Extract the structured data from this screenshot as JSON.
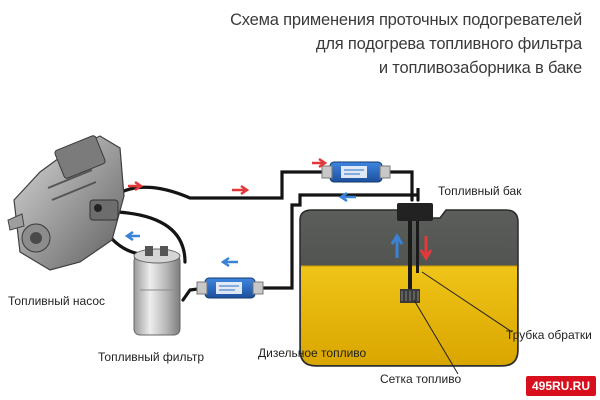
{
  "title": {
    "line1": "Схема применения проточных подогревателей",
    "line2": "для подогрева топливного фильтра",
    "line3": "и топливозаборника в баке"
  },
  "labels": {
    "fuel_pump": "Топливный насос",
    "fuel_filter": "Топливный фильтр",
    "diesel_fuel": "Дизельное топливо",
    "fuel_tank": "Топливный бак",
    "return_tube": "Трубка обратки",
    "intake_mesh": "Сетка топливо"
  },
  "watermark": {
    "text": "495RU.RU"
  },
  "colors": {
    "fuel": "#e8b800",
    "tank_body": "#4a4c4a",
    "heater_blue": "#2f6cc4",
    "arrow_red": "#e23a3a",
    "arrow_blue": "#3a82d6"
  }
}
